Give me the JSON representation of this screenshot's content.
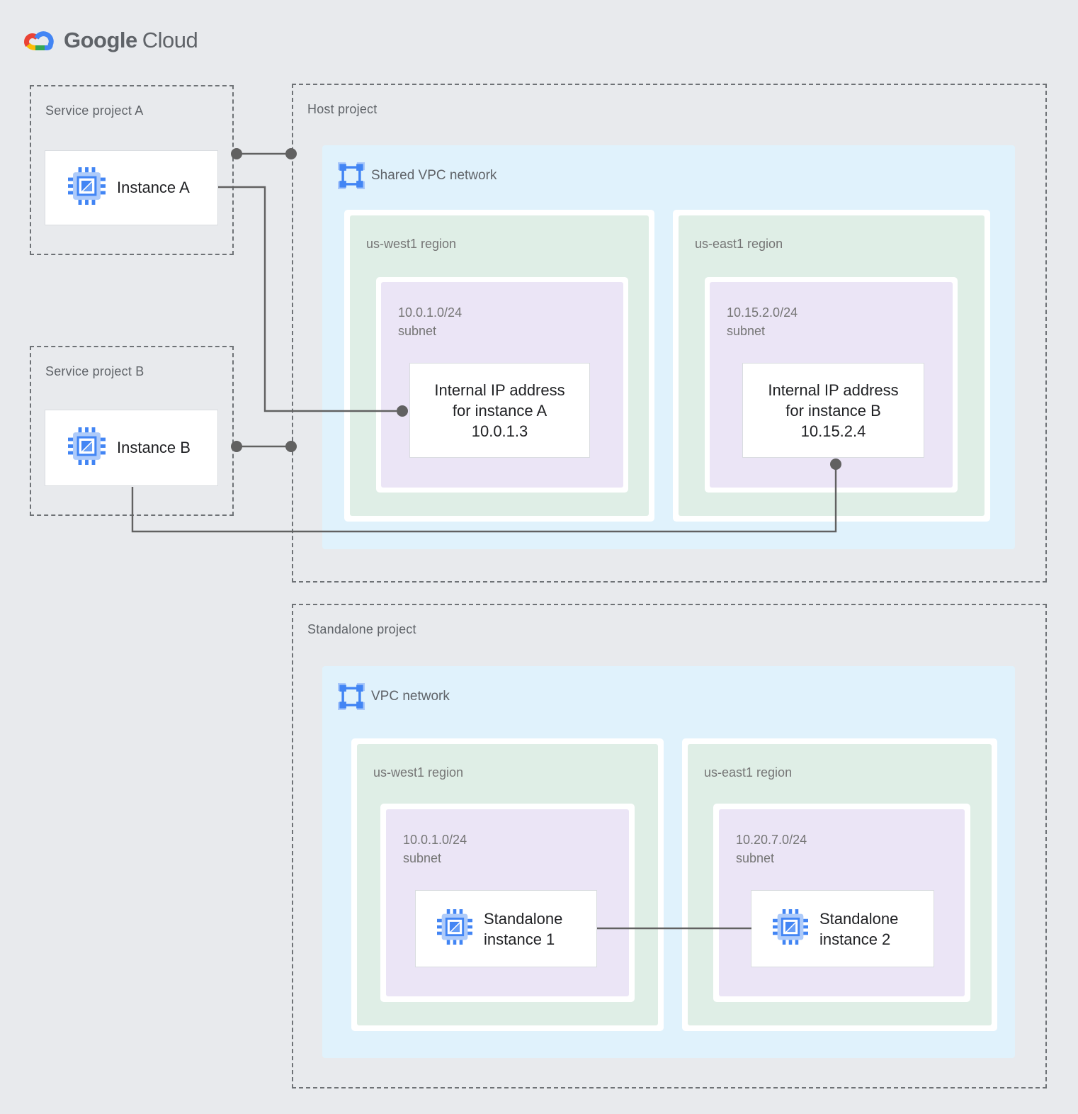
{
  "logo": {
    "brand": "Google",
    "product": "Cloud"
  },
  "projects": {
    "service_a": {
      "label": "Service project A",
      "instance_label": "Instance A"
    },
    "service_b": {
      "label": "Service project B",
      "instance_label": "Instance B"
    },
    "host": {
      "label": "Host project",
      "network": {
        "label": "Shared VPC network"
      },
      "regions": [
        {
          "label": "us-west1 region",
          "subnet_cidr": "10.0.1.0/24",
          "subnet_caption": "subnet",
          "ip_card": {
            "line1": "Internal IP address",
            "line2": "for instance A",
            "line3": "10.0.1.3"
          }
        },
        {
          "label": "us-east1 region",
          "subnet_cidr": "10.15.2.0/24",
          "subnet_caption": "subnet",
          "ip_card": {
            "line1": "Internal IP address",
            "line2": "for instance B",
            "line3": "10.15.2.4"
          }
        }
      ]
    },
    "standalone": {
      "label": "Standalone project",
      "network": {
        "label": "VPC network"
      },
      "regions": [
        {
          "label": "us-west1 region",
          "subnet_cidr": "10.0.1.0/24",
          "subnet_caption": "subnet",
          "instance": {
            "line1": "Standalone",
            "line2": "instance 1"
          }
        },
        {
          "label": "us-east1 region",
          "subnet_cidr": "10.20.7.0/24",
          "subnet_caption": "subnet",
          "instance": {
            "line1": "Standalone",
            "line2": "instance 2"
          }
        }
      ]
    }
  },
  "colors": {
    "background": "#e8eaed",
    "network_fill": "#e0f2fc",
    "region_fill": "#dfeee6",
    "subnet_fill": "#ebe5f6",
    "connector": "#616161",
    "accent_blue": "#4285f4",
    "logo_red": "#ea4335",
    "logo_yellow": "#fbbc04",
    "logo_green": "#34a853"
  }
}
